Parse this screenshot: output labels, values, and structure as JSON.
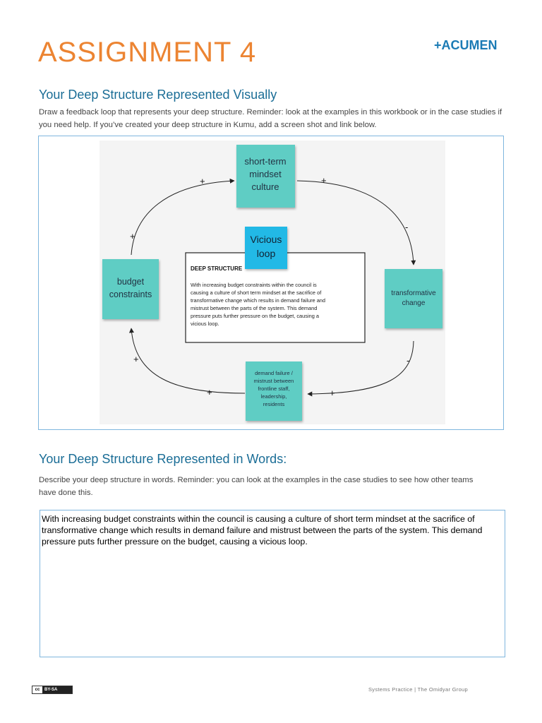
{
  "header": {
    "title": "ASSIGNMENT 4",
    "logo": "+ACUMEN"
  },
  "visual_section": {
    "heading": "Your Deep Structure Represented Visually",
    "instructions": "Draw a feedback loop that represents your deep structure. Reminder: look at the examples in this workbook or in the case studies if you need help.  If you’ve created your deep structure in Kumu, add a screen shot and link below."
  },
  "diagram": {
    "notes": {
      "top": [
        "short-term",
        "mindset",
        "culture"
      ],
      "left": [
        "budget",
        "constraints"
      ],
      "right": [
        "transformative",
        "change"
      ],
      "bottom": [
        "demand failure /",
        "mistrust between",
        "frontline staff,",
        "leadership,",
        "residents"
      ],
      "center": [
        "Vicious",
        "loop"
      ]
    },
    "deep_structure": {
      "heading": "DEEP STRUCTURE",
      "lines": [
        "With increasing budget constraints within the council is",
        "causing a culture of short term mindset at the sacrifice of",
        "transformative change which results in demand failure and",
        "mistrust between the parts of the system. This demand",
        "pressure puts further pressure on the budget, causing a",
        "vicious loop."
      ]
    },
    "link_signs": {
      "left_to_top_a": "+",
      "left_to_top_b": "+",
      "top_to_right_a": "+",
      "top_to_right_b": "-",
      "right_to_bottom_a": "-",
      "right_to_bottom_b": "+",
      "bottom_to_left_a": "+",
      "bottom_to_left_b": "+"
    },
    "colors": {
      "note_teal": "#5fcdc4",
      "note_blue": "#22b9e6",
      "arrow": "#222222"
    }
  },
  "words_section": {
    "heading": "Your Deep Structure Represented in Words:",
    "instructions": "Describe your deep structure in words. Reminder: you can look at the examples in the case studies to see how other teams have done this.",
    "answer": "With increasing budget constraints within the council is causing a culture of short term mindset at the sacrifice of transformative change which results in demand failure and mistrust between the parts of the system. This demand pressure puts further pressure on the budget, causing a vicious loop."
  },
  "footer": {
    "license_cc": "cc",
    "license_type": "BY-SA",
    "text": "Systems Practice  |  The Omidyar Group"
  }
}
